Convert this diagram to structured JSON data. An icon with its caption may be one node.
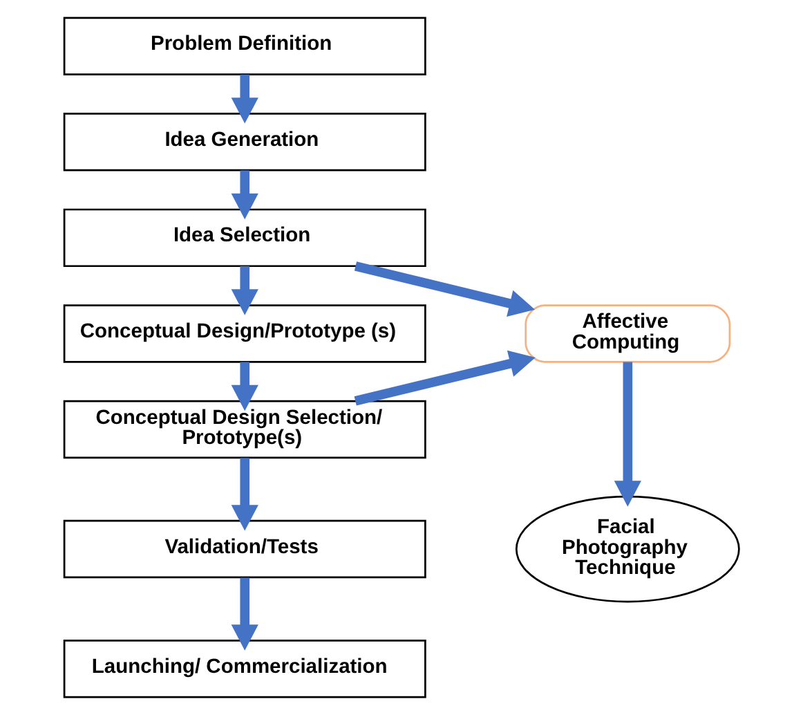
{
  "diagram": {
    "nodes": [
      {
        "text": [
          "Problem Definition"
        ]
      },
      {
        "text": [
          "Idea Generation"
        ]
      },
      {
        "text": [
          "Idea Selection"
        ]
      },
      {
        "text": [
          "Conceptual Design/Prototype (s)"
        ]
      },
      {
        "text": [
          "Conceptual Design Selection/ Prototype(s)"
        ]
      },
      {
        "text": [
          "Validation/Tests"
        ]
      },
      {
        "text": [
          "Launching/ Commercialization"
        ]
      },
      {
        "text": [
          "Affective Computing"
        ]
      },
      {
        "text": [
          "Facial Photography Technique"
        ]
      }
    ],
    "edges": [
      {
        "from": 0,
        "to": 1,
        "arrow": "to"
      },
      {
        "from": 1,
        "to": 2,
        "arrow": "to"
      },
      {
        "from": 2,
        "to": 3,
        "arrow": "to"
      },
      {
        "from": 3,
        "to": 4,
        "arrow": "to"
      },
      {
        "from": 4,
        "to": 5,
        "arrow": "to"
      },
      {
        "from": 5,
        "to": 6,
        "arrow": "to"
      },
      {
        "from": 2,
        "to": 7,
        "arrow": "to"
      },
      {
        "from": 4,
        "to": 7,
        "arrow": "to"
      },
      {
        "from": 7,
        "to": 8,
        "arrow": "to"
      }
    ]
  }
}
